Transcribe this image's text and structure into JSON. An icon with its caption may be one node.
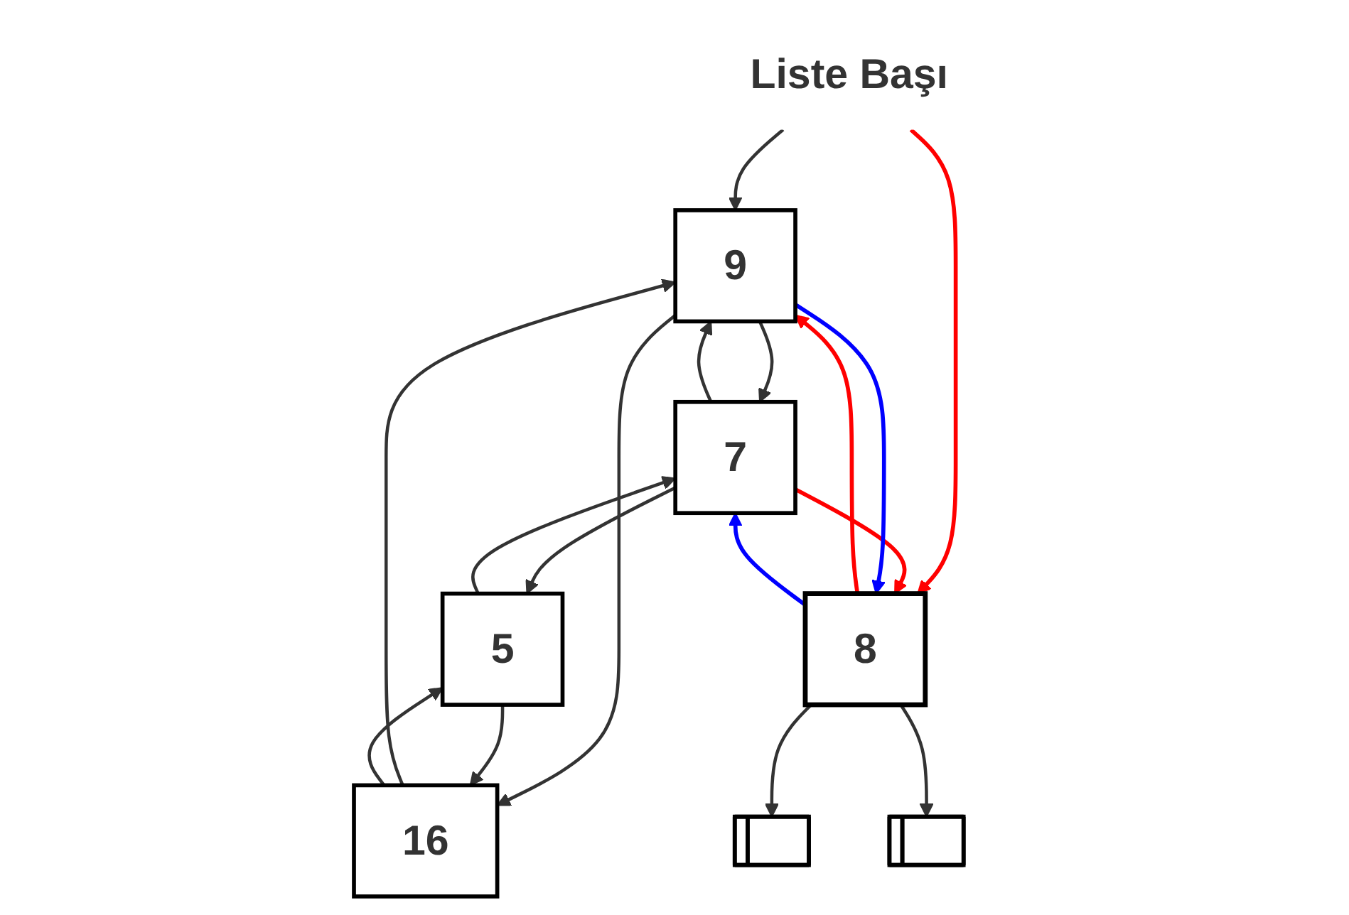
{
  "diagram": {
    "nodes": [
      {
        "text": [
          "Liste Başı"
        ]
      },
      {
        "text": [
          "7"
        ]
      },
      {
        "text": [
          "9"
        ]
      },
      {
        "text": [
          "16"
        ]
      },
      {
        "text": [
          "5"
        ]
      },
      {
        "text": [
          "8"
        ]
      },
      {
        "text": [],
        "shape": "ground"
      },
      {
        "text": [],
        "shape": "ground"
      }
    ],
    "edges": [
      {
        "from": 0,
        "to": 2,
        "arrow": "to"
      },
      {
        "from": 1,
        "to": 2,
        "arrow": "to"
      },
      {
        "from": 2,
        "to": 1,
        "arrow": "to"
      },
      {
        "from": 2,
        "to": 3,
        "arrow": "to"
      },
      {
        "from": 3,
        "to": 2,
        "arrow": "to"
      },
      {
        "from": 3,
        "to": 4,
        "arrow": "to"
      },
      {
        "from": 4,
        "to": 3,
        "arrow": "to"
      },
      {
        "from": 4,
        "to": 1,
        "arrow": "to"
      },
      {
        "from": 1,
        "to": 4,
        "arrow": "to"
      },
      {
        "from": 0,
        "to": 5,
        "arrow": "to",
        "color": "#ff0000"
      },
      {
        "from": 5,
        "to": 2,
        "arrow": "to",
        "color": "#ff0000"
      },
      {
        "from": 1,
        "to": 5,
        "arrow": "to",
        "color": "#ff0000"
      },
      {
        "from": 5,
        "to": 1,
        "arrow": "to",
        "color": "#0000ff"
      },
      {
        "from": 2,
        "to": 5,
        "arrow": "to",
        "color": "#0000ff"
      },
      {
        "from": 5,
        "to": 6,
        "arrow": "to"
      },
      {
        "from": 5,
        "to": 7,
        "arrow": "to"
      }
    ]
  }
}
